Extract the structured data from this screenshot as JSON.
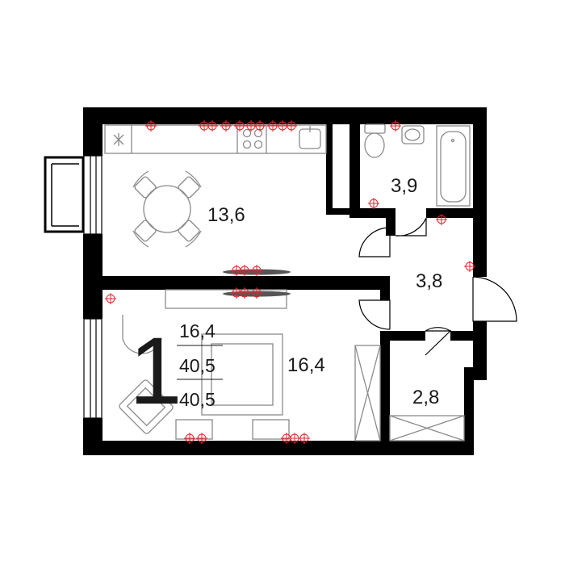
{
  "rooms": {
    "kitchen_area": "13,6",
    "bathroom_area": "3,9",
    "hall_area": "3,8",
    "bedroom_area": "16,4",
    "storage_area": "2,8"
  },
  "info": {
    "rooms_count": "1",
    "living_area": "16,4",
    "total_area": "40,5",
    "total_area_repeat": "40,5"
  },
  "colors": {
    "wall": "#000000",
    "furniture": "#8a8a8a",
    "socket": "#e0262c",
    "text": "#1a1a1a"
  }
}
